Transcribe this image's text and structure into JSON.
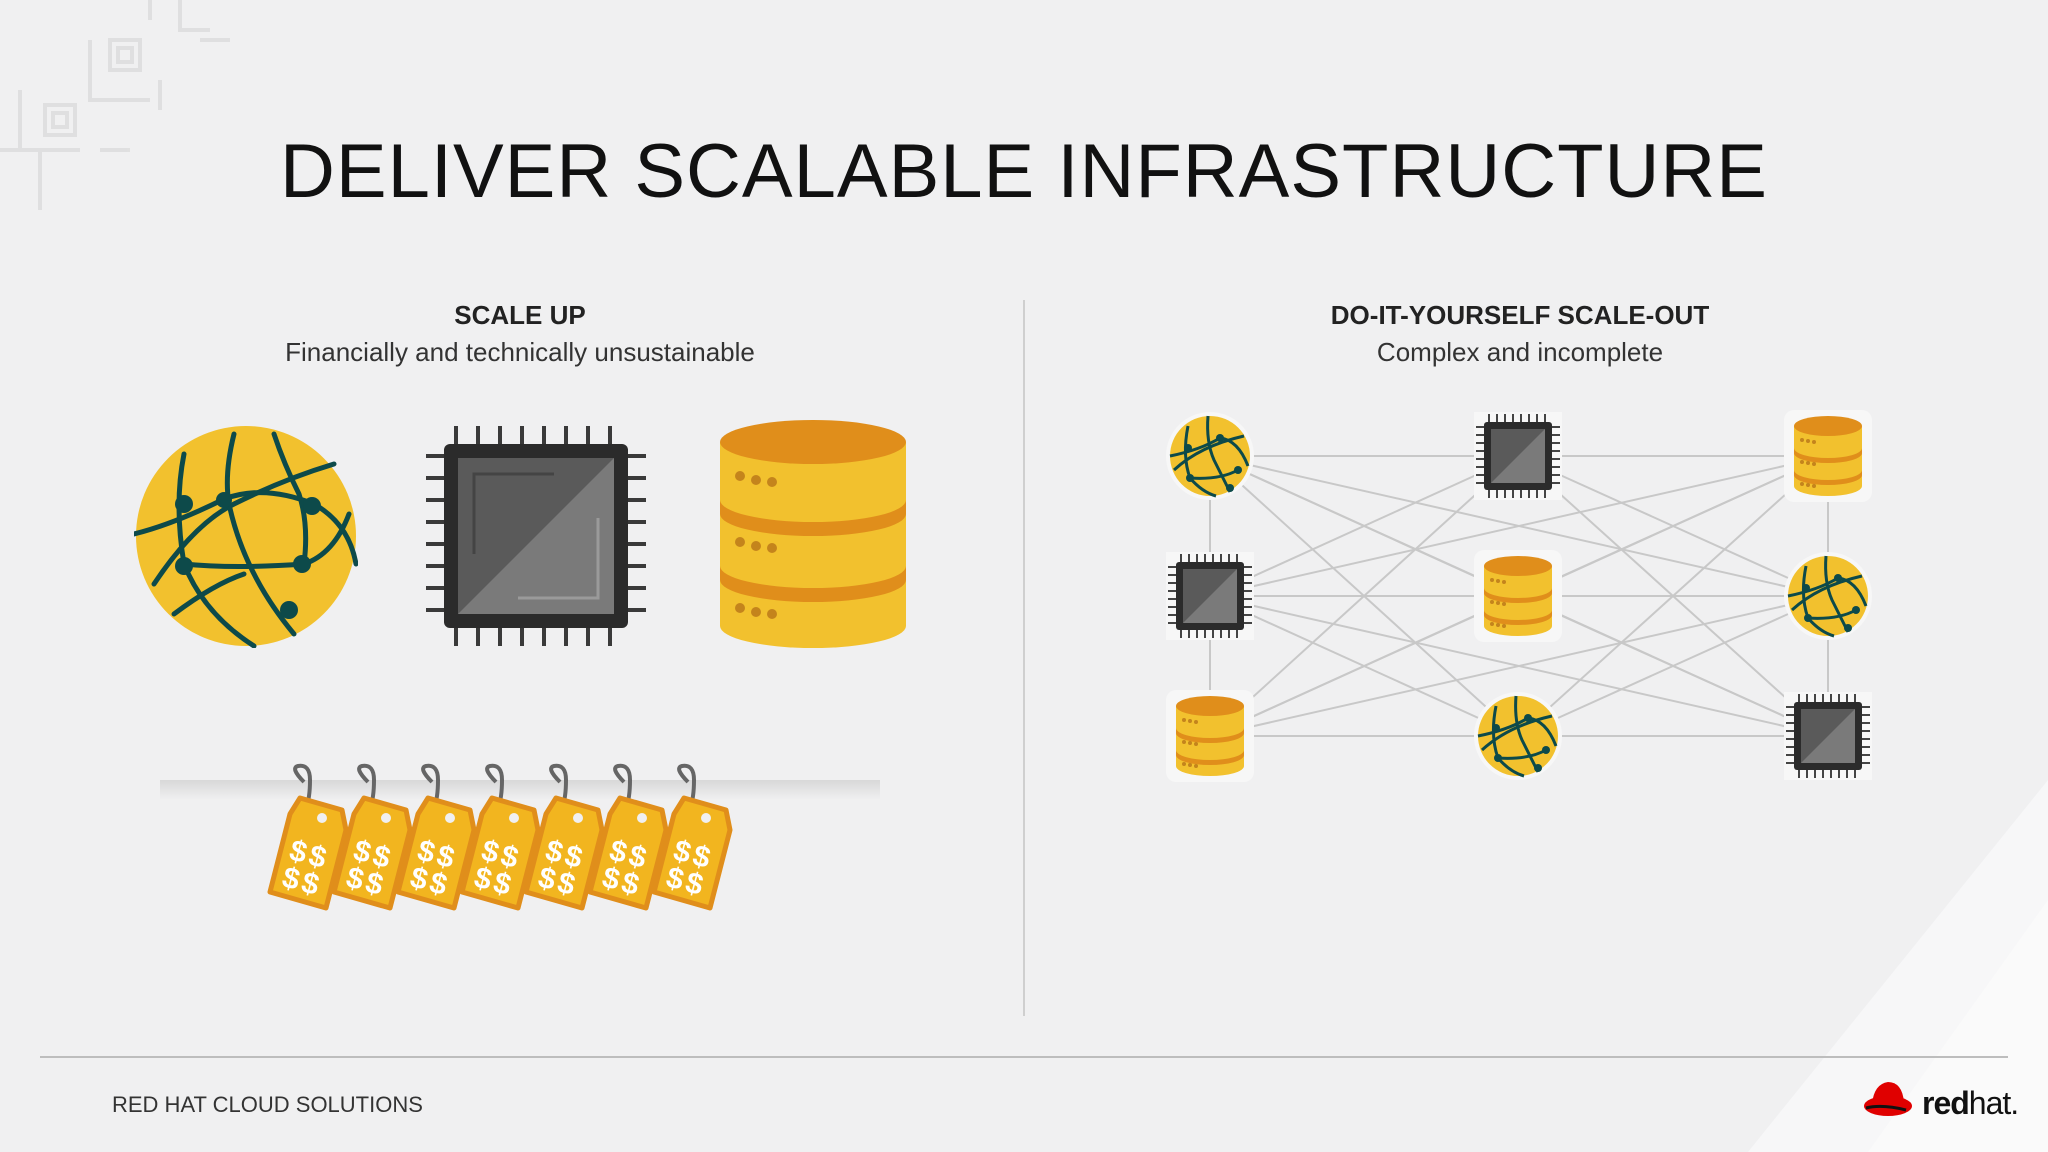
{
  "title": "DELIVER SCALABLE INFRASTRUCTURE",
  "left_panel": {
    "heading": "SCALE UP",
    "subheading": "Financially and technically unsustainable",
    "icons": [
      "globe-network-icon",
      "cpu-chip-icon",
      "database-icon"
    ],
    "price_tags": {
      "count": 7,
      "tag_label": "$$",
      "icon": "price-tag-icon"
    }
  },
  "right_panel": {
    "heading": "DO-IT-YOURSELF SCALE-OUT",
    "subheading": "Complex and incomplete",
    "nodes": [
      {
        "icon": "globe-network-icon"
      },
      {
        "icon": "cpu-chip-icon"
      },
      {
        "icon": "database-icon"
      },
      {
        "icon": "cpu-chip-icon"
      },
      {
        "icon": "database-icon"
      },
      {
        "icon": "globe-network-icon"
      },
      {
        "icon": "database-icon"
      },
      {
        "icon": "globe-network-icon"
      },
      {
        "icon": "cpu-chip-icon"
      }
    ]
  },
  "footer": {
    "text": "RED HAT CLOUD SOLUTIONS",
    "logo_bold": "red",
    "logo_light": "hat."
  },
  "colors": {
    "accent_yellow": "#f2c12e",
    "accent_orange": "#e08e1b",
    "globe_lines": "#0d4a4a",
    "chip_dark": "#333333",
    "brand_red": "#e00000"
  }
}
